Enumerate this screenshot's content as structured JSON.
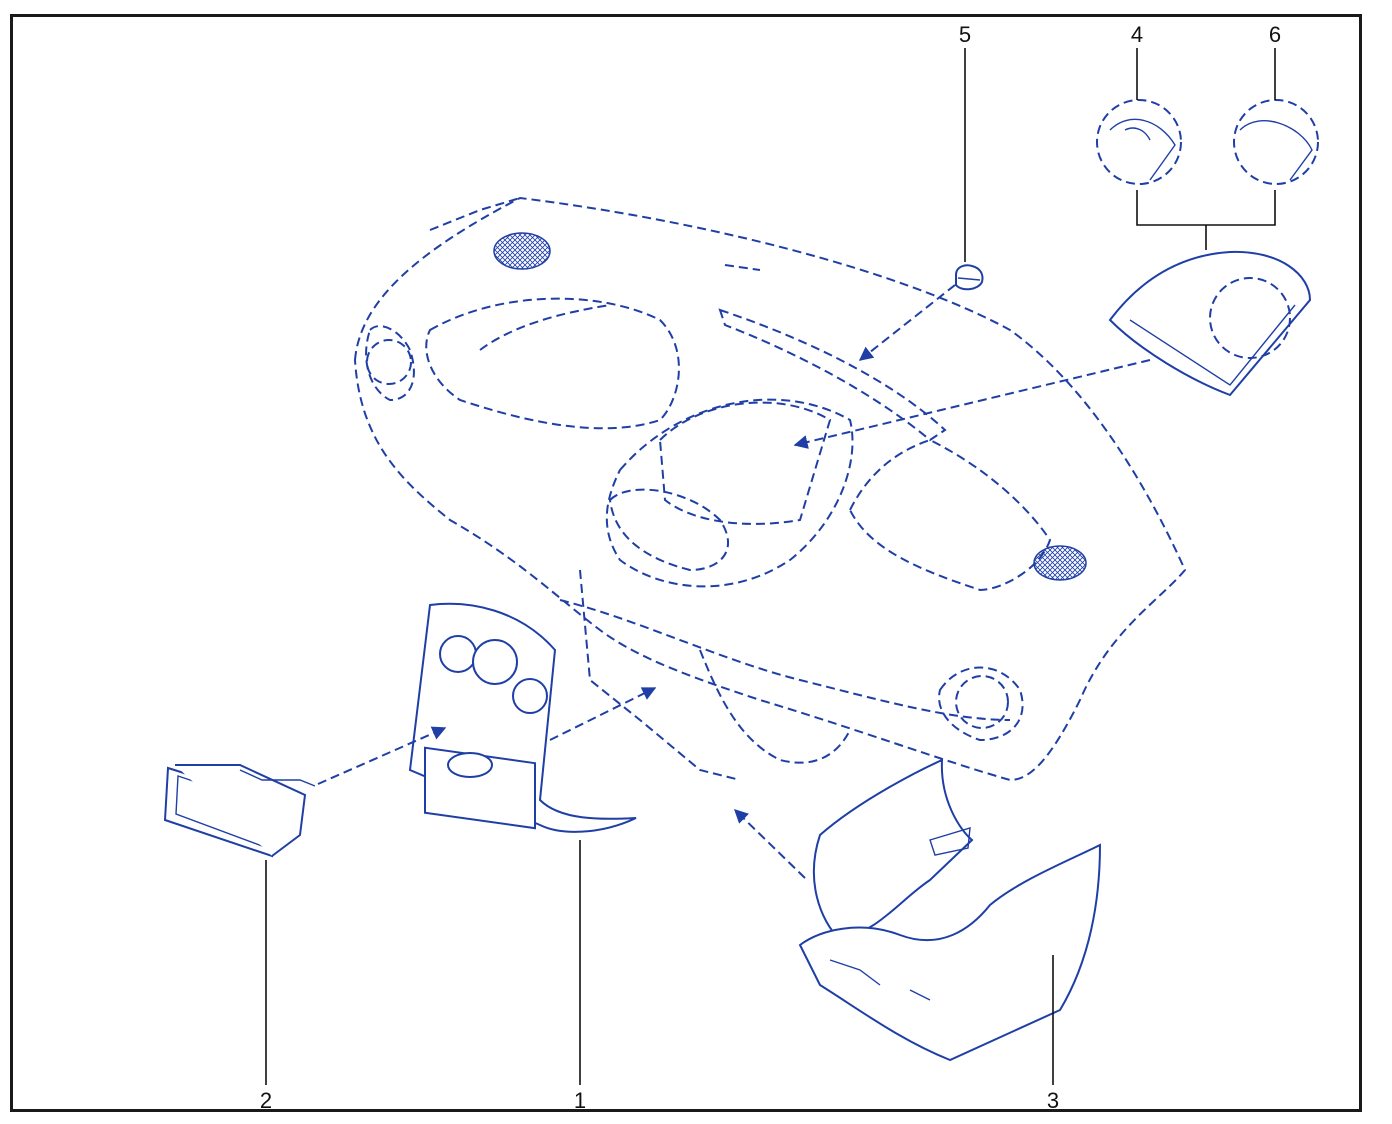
{
  "callouts": [
    {
      "id": "callout-1",
      "text": "1"
    },
    {
      "id": "callout-2",
      "text": "2"
    },
    {
      "id": "callout-3",
      "text": "3"
    },
    {
      "id": "callout-4",
      "text": "4"
    },
    {
      "id": "callout-5",
      "text": "5"
    },
    {
      "id": "callout-6",
      "text": "6"
    }
  ],
  "colors": {
    "line": "#1f3fa6",
    "frame": "#1a1a1a",
    "text": "#111111"
  }
}
